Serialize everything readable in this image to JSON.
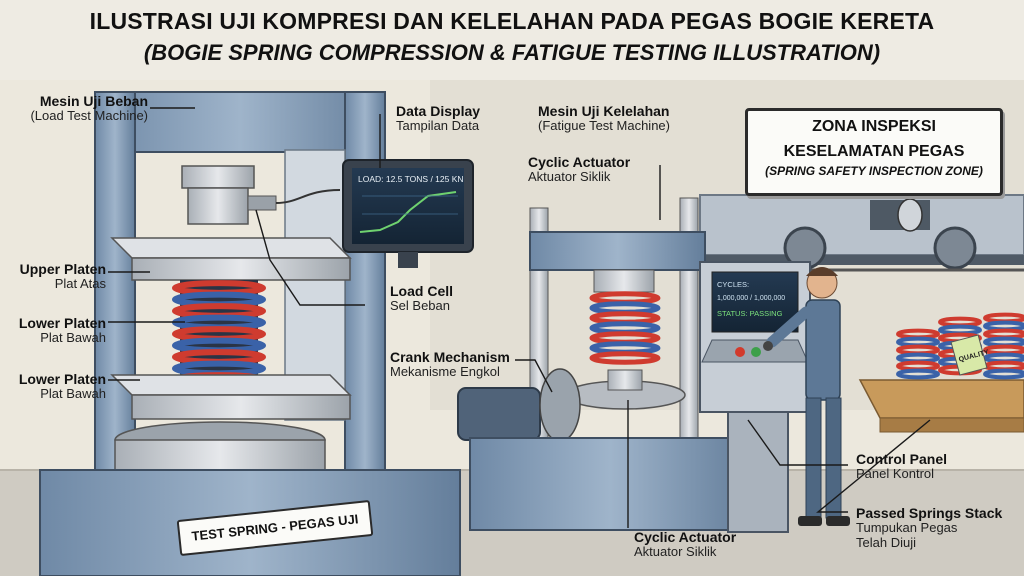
{
  "title": {
    "line1": "ILUSTRASI UJI KOMPRESI DAN KELELAHAN PADA PEGAS BOGIE KERETA",
    "line2": "(BOGIE SPRING COMPRESSION & FATIGUE TESTING ILLUSTRATION)"
  },
  "labels": {
    "load_machine": {
      "main": "Mesin Uji Beban",
      "sub": "(Load Test Machine)"
    },
    "upper_platen": {
      "main": "Upper Platen",
      "sub": "Plat Atas"
    },
    "lower_platen_1": {
      "main": "Lower Platen",
      "sub": "Plat Bawah"
    },
    "lower_platen_2": {
      "main": "Lower Platen",
      "sub": "Plat Bawah"
    },
    "data_display": {
      "main": "Data Display",
      "sub": "Tampilan Data"
    },
    "load_cell": {
      "main": "Load Cell",
      "sub": "Sel Beban"
    },
    "fatigue_machine": {
      "main": "Mesin Uji Kelelahan",
      "sub": "(Fatigue Test Machine)"
    },
    "cyclic_actuator_top": {
      "main": "Cyclic Actuator",
      "sub": "Aktuator Siklik"
    },
    "crank": {
      "main": "Crank Mechanism",
      "sub": "Mekanisme Engkol"
    },
    "cyclic_actuator_bottom": {
      "main": "Cyclic Actuator",
      "sub": "Aktuator Siklik"
    },
    "control_panel": {
      "main": "Control Panel",
      "sub": "Panel Kontrol"
    },
    "passed_stack": {
      "main": "Passed Springs Stack",
      "sub1": "Tumpukan Pegas",
      "sub2": "Telah Diuji"
    }
  },
  "display": {
    "readout": "LOAD: 12.5 TONS / 125 KN"
  },
  "terminal": {
    "line1": "CYCLES:",
    "line2": "1,000,000 / 1,000,000",
    "line3": "STATUS: PASSING"
  },
  "zone_sign": {
    "line1": "ZONA INSPEKSI",
    "line2": "KESELAMATAN PEGAS",
    "line3": "(SPRING SAFETY INSPECTION ZONE)"
  },
  "test_spring_tag": "TEST SPRING - PEGAS UJI",
  "quality_tag": "QUALITY",
  "colors": {
    "spring_red": "#cf3b2f",
    "spring_blue": "#3a62a8",
    "machine_blue": "#8aa2bc",
    "steel": "#c9cdd2"
  }
}
